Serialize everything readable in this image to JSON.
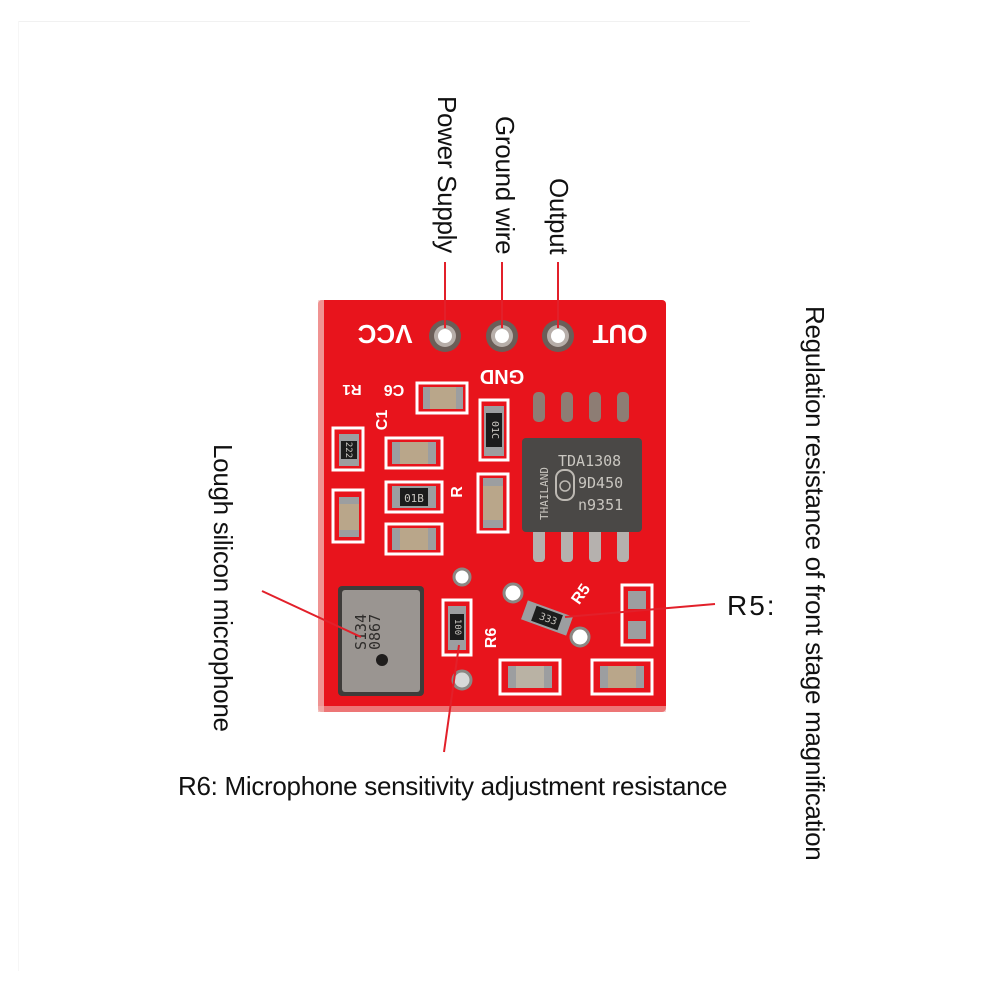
{
  "title": "TDA1308 silicon microphone amplifier module pinout",
  "labels": {
    "power_supply": "Power Supply",
    "ground_wire": "Ground wire",
    "output": "Output",
    "regulation": "Regulation resistance of front stage magnification",
    "microphone": "Lough silicon microphone",
    "r5": "R5:",
    "r6": "R6: Microphone sensitivity adjustment resistance"
  },
  "board": {
    "pins": [
      "VCC",
      "GND",
      "OUT"
    ],
    "silkscreen": [
      "R1",
      "C6",
      "C1",
      "R",
      "R6",
      "R5"
    ],
    "resistor_codes": [
      "222",
      "01C",
      "01B",
      "100",
      "333"
    ],
    "ic": {
      "part": "TDA1308",
      "line2": "9D450",
      "line3": "n9351",
      "origin": "THAILAND"
    },
    "microphone": {
      "line1": "S134",
      "line2": "0867"
    }
  },
  "colors": {
    "pcb": "#e8141c",
    "annotation_line": "#e2202a",
    "silkscreen": "#ffffff",
    "ic_body": "#4a4846"
  }
}
